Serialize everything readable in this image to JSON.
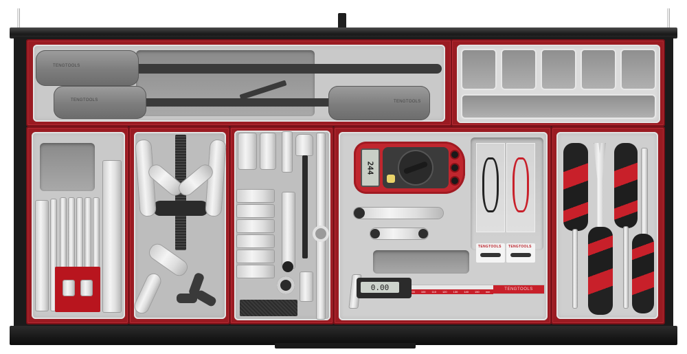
{
  "scene": {
    "description": "Top-down view of an open tool drawer with red EVA trays and grey foam inserts",
    "colors": {
      "tray_red": "#9a1b22",
      "foam_grey": "#c9c9c9",
      "drawer_black": "#1b1b1b",
      "handle_red": "#c8202a",
      "meter_red": "#c0262e"
    }
  },
  "drawer": {
    "latch": "drawer-latch",
    "handle": "drawer-front-handle"
  },
  "trays": [
    {
      "id": "pry-bars",
      "label": "Pry bar set",
      "items": [
        "pry-bar-long",
        "pry-bar-bent"
      ],
      "brand_marks": [
        "TENGTOOLS",
        "TENGTOOLS",
        "TENGTOOLS"
      ]
    },
    {
      "id": "storage-tray",
      "label": "Storage compartment tray",
      "compartments": 6
    },
    {
      "id": "punch-chisel",
      "label": "Punch and chisel set",
      "items": 10
    },
    {
      "id": "puller",
      "label": "Two/three leg puller set"
    },
    {
      "id": "sockets",
      "label": "Socket, bit and extension set"
    },
    {
      "id": "multimeter",
      "label": "Digital multimeter, feeler gauges and caliper",
      "multimeter_display": "244",
      "caliper_display": "0.00",
      "caliper_scale": [
        "70",
        "80",
        "90",
        "100",
        "110",
        "120",
        "130",
        "140",
        "150",
        "mm"
      ],
      "caliper_brand": "TENGTOOLS",
      "test_leads_tag": "TENGTOOLS"
    },
    {
      "id": "trim-tools",
      "label": "Trim / clip removal tools",
      "items": 4
    }
  ]
}
